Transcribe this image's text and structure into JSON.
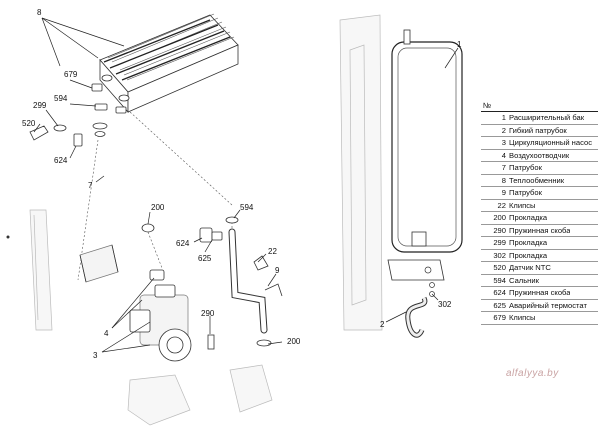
{
  "callouts": [
    "8",
    "679",
    "594",
    "299",
    "520",
    "624",
    "7",
    "200",
    "594",
    "624",
    "625",
    "22",
    "9",
    "4",
    "3",
    "290",
    "200",
    "1",
    "2",
    "302"
  ],
  "legend": {
    "header": "№",
    "rows": [
      {
        "num": "1",
        "name": "Расширительный бак"
      },
      {
        "num": "2",
        "name": "Гибкий патрубок"
      },
      {
        "num": "3",
        "name": "Циркуляционный насос"
      },
      {
        "num": "4",
        "name": "Воздухоотводчик"
      },
      {
        "num": "7",
        "name": "Патрубок"
      },
      {
        "num": "8",
        "name": "Теплообменник"
      },
      {
        "num": "9",
        "name": "Патрубок"
      },
      {
        "num": "22",
        "name": "Клипсы"
      },
      {
        "num": "200",
        "name": "Прокладка"
      },
      {
        "num": "290",
        "name": "Пружинная скоба"
      },
      {
        "num": "299",
        "name": "Прокладка"
      },
      {
        "num": "302",
        "name": "Прокладка"
      },
      {
        "num": "520",
        "name": "Датчик NTC"
      },
      {
        "num": "594",
        "name": "Сальник"
      },
      {
        "num": "624",
        "name": "Пружинная скоба"
      },
      {
        "num": "625",
        "name": "Аварийный термостат"
      },
      {
        "num": "679",
        "name": "Клипсы"
      }
    ]
  },
  "watermark": "alfalyya.by"
}
